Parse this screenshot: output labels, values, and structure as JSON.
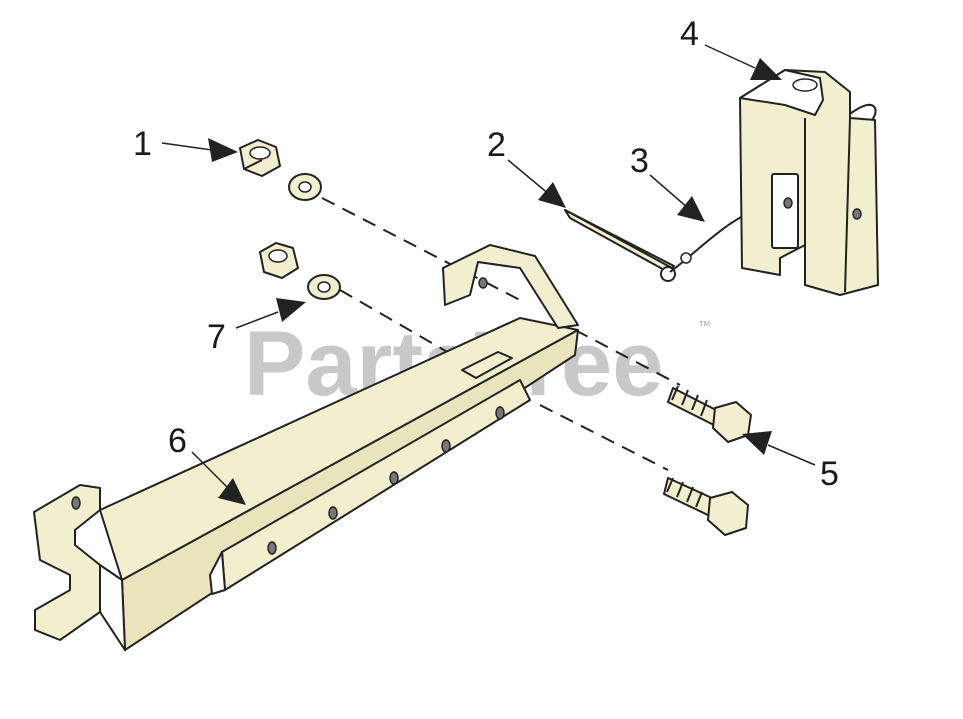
{
  "watermark": {
    "text": "PartsTree",
    "trademark": "™"
  },
  "callouts": [
    {
      "id": "1",
      "label": "1"
    },
    {
      "id": "2",
      "label": "2"
    },
    {
      "id": "3",
      "label": "3"
    },
    {
      "id": "4",
      "label": "4"
    },
    {
      "id": "5",
      "label": "5"
    },
    {
      "id": "6",
      "label": "6"
    },
    {
      "id": "7",
      "label": "7"
    }
  ],
  "colors": {
    "part_fill": "#f2efcf",
    "line": "#222222",
    "watermark": "#c8c8c8"
  }
}
